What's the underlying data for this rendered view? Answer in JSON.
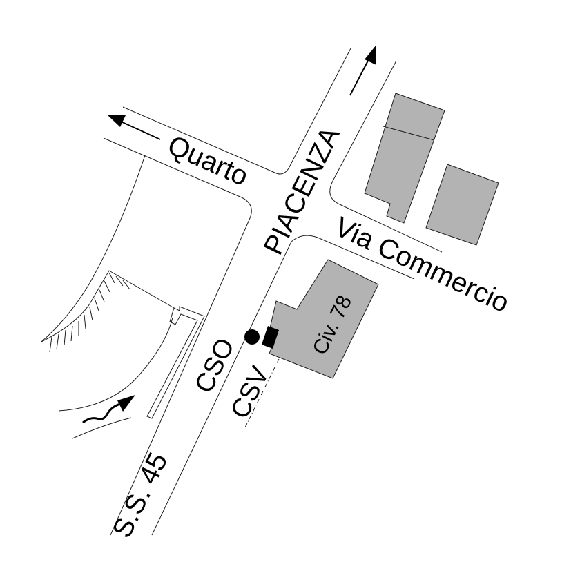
{
  "map": {
    "streets": {
      "quarto": "Quarto",
      "piacenza": "PIACENZA",
      "via_commercio": "Via Commercio",
      "ss45": "S.S. 45"
    },
    "markers": {
      "cso": "CSO",
      "csv": "CSV",
      "civic_number": "Civ. 78"
    },
    "colors": {
      "building_fill": "#b3b3b3",
      "line": "#1a1a1a",
      "background": "#ffffff"
    },
    "icons": [
      "north-arrow-icon",
      "west-arrow-icon",
      "river-arrow-icon",
      "location-dot-icon"
    ]
  }
}
